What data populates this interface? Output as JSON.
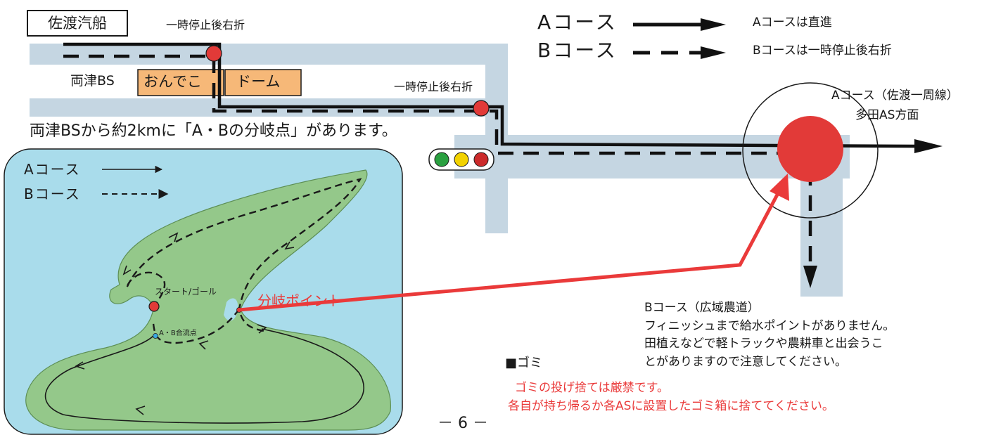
{
  "ferry_label": "佐渡汽船",
  "stop_turn_right_top": "一時停止後右折",
  "stop_turn_right_mid": "一時停止後右折",
  "bus_stop": "両津BS",
  "dome_left": "おんでこ",
  "dome_right": "ドーム",
  "distance_note": "両津BSから約2kmに「A・Bの分岐点」があります。",
  "legend": {
    "a_label": "Aコース",
    "b_label": "Bコース",
    "a_note": "Aコースは直進",
    "b_note": "Bコースは一時停止後右折"
  },
  "a_course_dest_line1": "Aコース（佐渡一周線）",
  "a_course_dest_line2": "多田AS方面",
  "inset": {
    "legend_a": "Aコース",
    "legend_b": "Bコース",
    "start_goal": "スタート/ゴール",
    "merge_point": "A・B合流点",
    "branch_point": "分岐ポイント"
  },
  "b_course_info": [
    "Bコース（広域農道）",
    "フィニッシュまで給水ポイントがありません。",
    "田植えなどで軽トラックや農耕車と出会うこ",
    "とがありますので注意してください。"
  ],
  "trash": {
    "heading": "■ゴミ",
    "line1": "ゴミの投げ捨ては厳禁です。",
    "line2": "各自が持ち帰るか各ASに設置したゴミ箱に捨ててください。"
  },
  "page_number": "－ 6 －",
  "colors": {
    "road": "#c5d6e2",
    "island": "#94c88a",
    "sea": "#a9dceb",
    "dome": "#f6b878",
    "marker_red": "#e23a38",
    "annotation_red": "#ea3a3a",
    "signal_green": "#2aa040",
    "signal_yellow": "#f2d200",
    "signal_red": "#cc2b2b"
  }
}
